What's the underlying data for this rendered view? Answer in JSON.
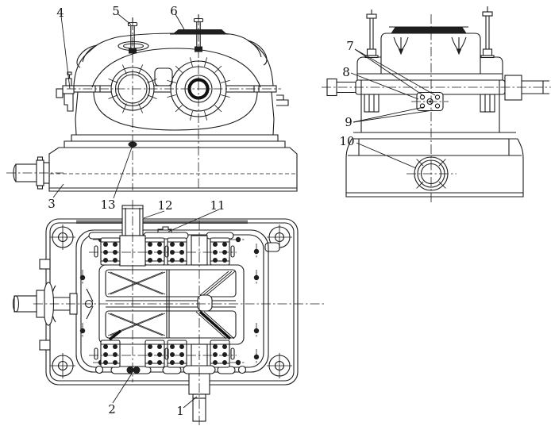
{
  "drawing": {
    "description": "gear reducer assembly drawing, three views",
    "background": "#ffffff",
    "line_color": "#1c1c1c"
  },
  "callouts": [
    {
      "label": "1"
    },
    {
      "label": "2"
    },
    {
      "label": "3"
    },
    {
      "label": "4"
    },
    {
      "label": "5"
    },
    {
      "label": "6"
    },
    {
      "label": "7"
    },
    {
      "label": "8"
    },
    {
      "label": "9"
    },
    {
      "label": "10"
    },
    {
      "label": "11"
    },
    {
      "label": "12"
    },
    {
      "label": "13"
    }
  ]
}
